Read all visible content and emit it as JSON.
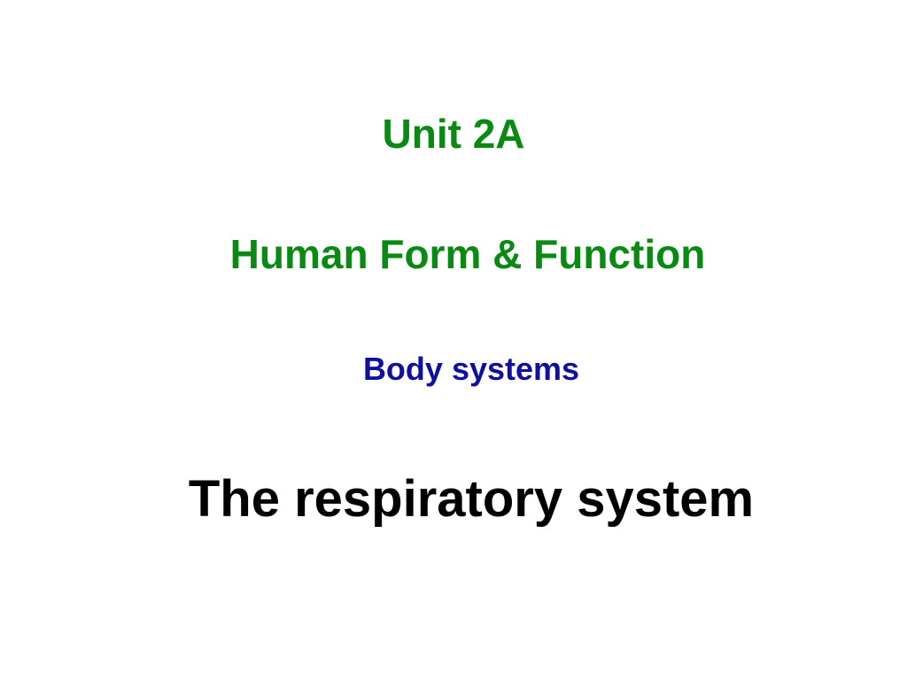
{
  "slide": {
    "unit": "Unit 2A",
    "course": "Human Form & Function",
    "topic": "Body systems",
    "subject": "The respiratory system"
  },
  "colors": {
    "green_heading": "#0a8a12",
    "blue_heading": "#1010a0",
    "black_heading": "#000000",
    "background": "#ffffff"
  }
}
